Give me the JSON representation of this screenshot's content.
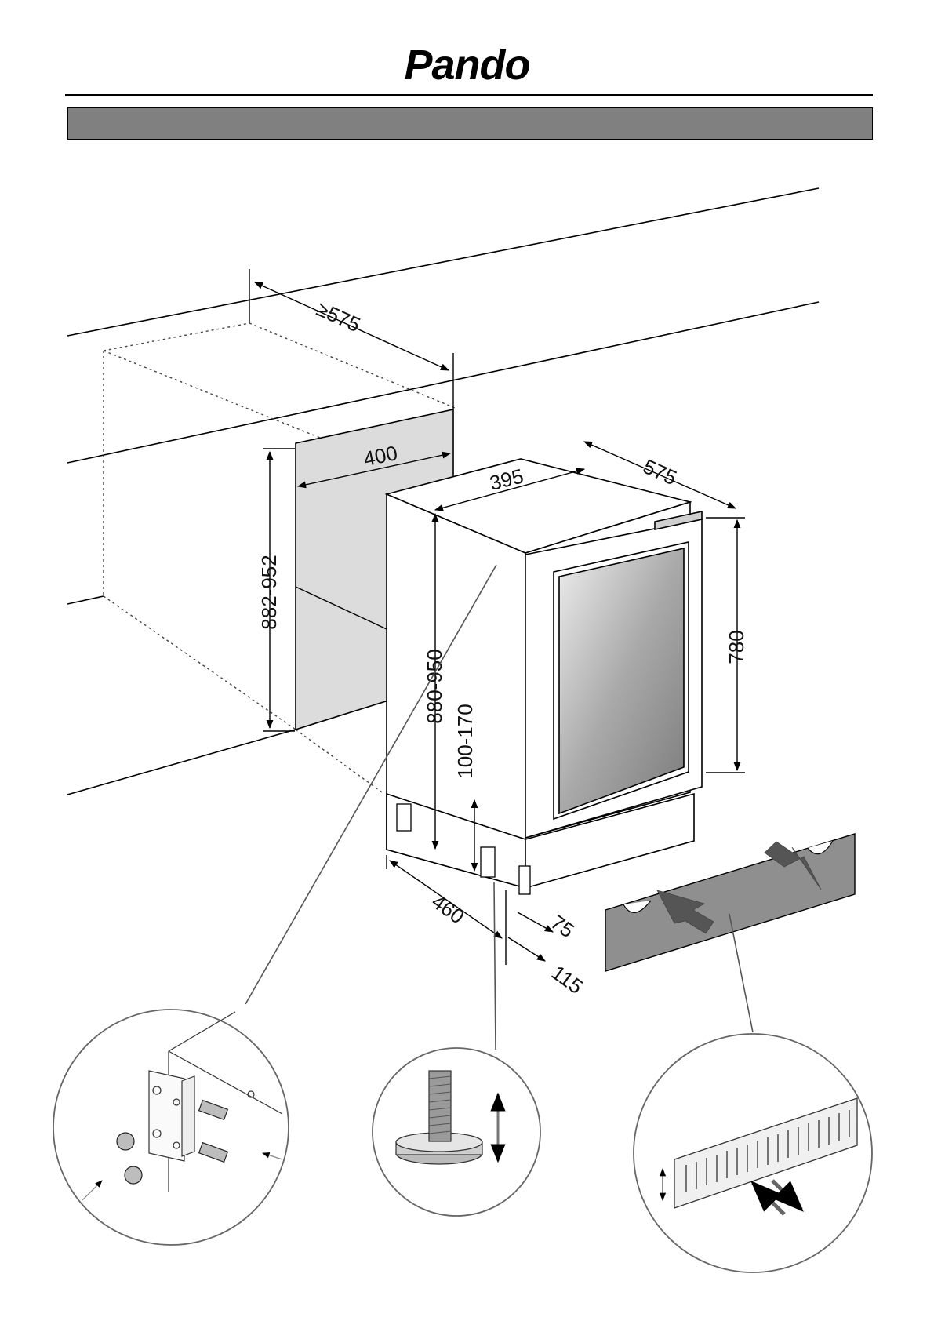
{
  "brand": {
    "name": "Pando"
  },
  "dimensions": {
    "niche_depth": "≥575",
    "niche_width": "400",
    "niche_height": "882-952",
    "unit_width": "395",
    "unit_depth": "575",
    "unit_height": "780",
    "unit_total_height": "880-950",
    "plinth_height": "100-170",
    "plinth_depth": "460",
    "plinth_recess": "75",
    "plinth_offset": "115"
  },
  "details": {
    "bracket_mounting": "bracket-screw-mounting-detail",
    "adjustable_foot": "adjustable-foot-detail",
    "ventilation_grille": "ventilation-grille-detail"
  }
}
